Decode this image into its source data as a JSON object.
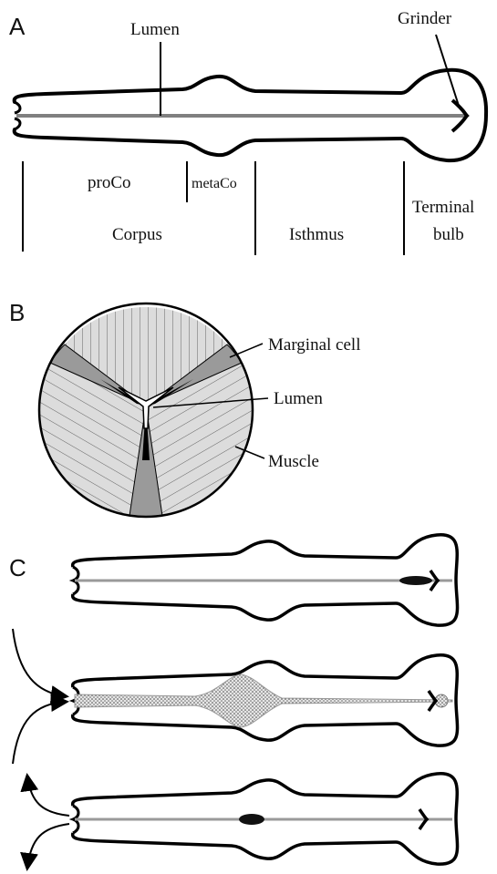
{
  "panel_a": {
    "letter": "A",
    "label_lumen": "Lumen",
    "label_grinder": "Grinder",
    "label_proco": "proCo",
    "label_metaco": "metaCo",
    "label_corpus": "Corpus",
    "label_isthmus": "Isthmus",
    "label_terminal": "Terminal",
    "label_bulb": "bulb"
  },
  "panel_b": {
    "letter": "B",
    "label_marginal": "Marginal cell",
    "label_lumen": "Lumen",
    "label_muscle": "Muscle"
  },
  "panel_c": {
    "letter": "C"
  },
  "colors": {
    "outline": "#000000",
    "lumen_gray": "#808080",
    "marginal_gray": "#9a9a9a",
    "muscle_fill": "#d8d8d8"
  }
}
